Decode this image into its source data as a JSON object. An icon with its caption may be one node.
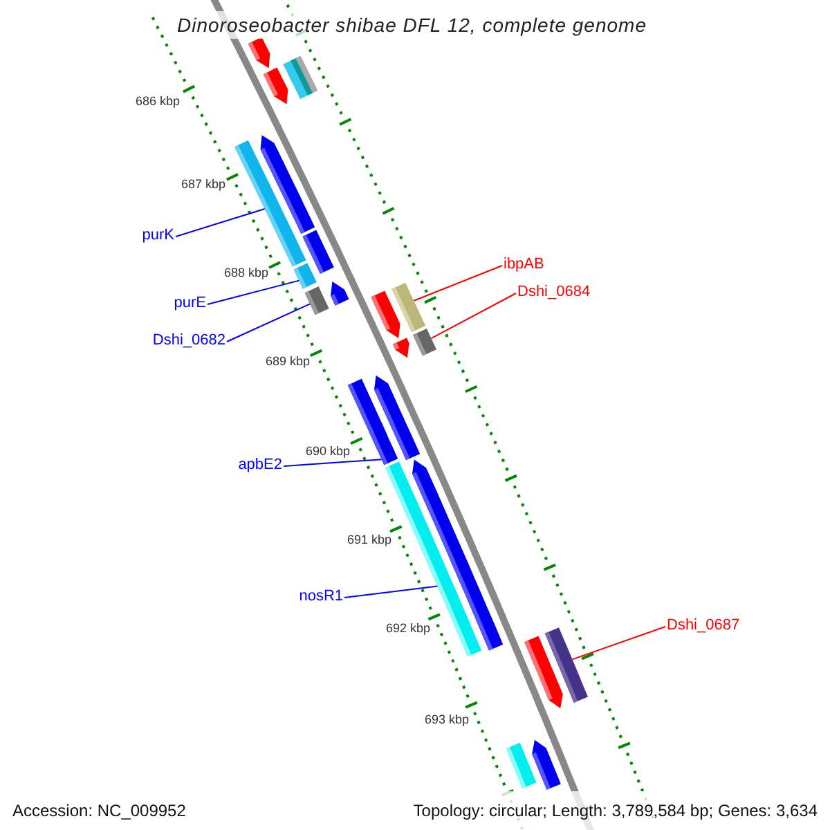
{
  "diagram": {
    "title": "Dinoroseobacter shibae DFL 12, complete genome",
    "nodes": [
      {
        "text": [
          "purK"
        ]
      },
      {
        "text": [
          "purE"
        ]
      },
      {
        "text": [
          "Dshi_0682"
        ]
      },
      {
        "text": [
          "ibpAB"
        ]
      },
      {
        "text": [
          "Dshi_0684"
        ]
      },
      {
        "text": [
          "apbE2"
        ]
      },
      {
        "text": [
          "nosR1"
        ]
      },
      {
        "text": [
          "Dshi_0687"
        ]
      },
      {
        "text": [],
        "shape": "arrow"
      },
      {
        "text": [],
        "shape": "arrow"
      },
      {
        "text": [],
        "shape": "bar"
      },
      {
        "text": [],
        "shape": "bar"
      },
      {
        "text": [],
        "shape": "arrow"
      },
      {
        "text": [],
        "shape": "bar"
      },
      {
        "text": [],
        "shape": "bar"
      },
      {
        "text": [],
        "shape": "bar"
      },
      {
        "text": [],
        "shape": "arrow"
      },
      {
        "text": [],
        "shape": "bar"
      },
      {
        "text": [],
        "shape": "arrow"
      },
      {
        "text": [],
        "shape": "arrow"
      },
      {
        "text": [],
        "shape": "bar"
      },
      {
        "text": [],
        "shape": "bar"
      },
      {
        "text": [],
        "shape": "arrow"
      },
      {
        "text": [],
        "shape": "bar"
      },
      {
        "text": [],
        "shape": "arrow"
      },
      {
        "text": [],
        "shape": "arrow"
      },
      {
        "text": [],
        "shape": "bar"
      },
      {
        "text": [],
        "shape": "bar"
      },
      {
        "text": [],
        "shape": "arrow"
      }
    ],
    "edges": [
      {
        "from": 0,
        "to": 11,
        "arrow": "none"
      },
      {
        "from": 1,
        "to": 14,
        "arrow": "none"
      },
      {
        "from": 2,
        "to": 15,
        "arrow": "none"
      },
      {
        "from": 3,
        "to": 17,
        "arrow": "none",
        "color": "#ff0000"
      },
      {
        "from": 4,
        "to": 20,
        "arrow": "none",
        "color": "#ff0000"
      },
      {
        "from": 5,
        "to": 21,
        "arrow": "none"
      },
      {
        "from": 6,
        "to": 23,
        "arrow": "none"
      },
      {
        "from": 7,
        "to": 26,
        "arrow": "none",
        "color": "#ff0000"
      }
    ],
    "labels": [
      "686 kbp",
      "687 kbp",
      "688 kbp",
      "689 kbp",
      "690 kbp",
      "691 kbp",
      "692 kbp",
      "693 kbp",
      "Accession: NC_009952",
      "Topology: circular; Length: 3,789,584 bp; Genes: 3,634"
    ]
  }
}
